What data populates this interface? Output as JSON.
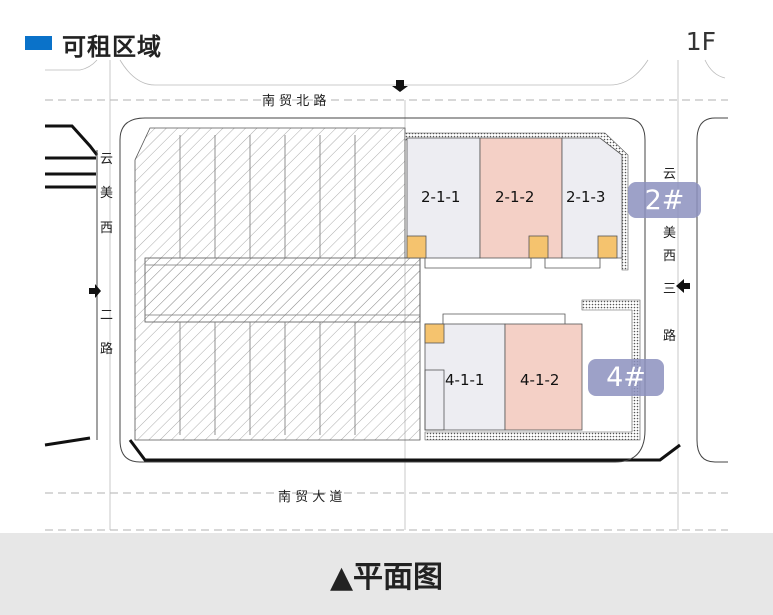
{
  "header": {
    "title": "可租区域",
    "floor": "1F"
  },
  "roads": {
    "north": "南 贸 北 路",
    "south": "南 贸 大 道",
    "west": [
      "云",
      "美",
      "西",
      "二",
      "路"
    ],
    "east": [
      "云",
      "美",
      "西",
      "三",
      "路"
    ]
  },
  "units": [
    {
      "id": "2-1-1",
      "status": "available"
    },
    {
      "id": "2-1-2",
      "status": "highlighted"
    },
    {
      "id": "2-1-3",
      "status": "available"
    },
    {
      "id": "4-1-1",
      "status": "available"
    },
    {
      "id": "4-1-2",
      "status": "highlighted"
    }
  ],
  "buildings": [
    "2#",
    "4#"
  ],
  "footer": {
    "label": "▲平面图"
  },
  "colors": {
    "accent": "#0a72c9",
    "unit": "#ededf2",
    "unit_highlight": "#f4d0c6",
    "core": "#f5c36e",
    "badge": "#8c91be"
  }
}
